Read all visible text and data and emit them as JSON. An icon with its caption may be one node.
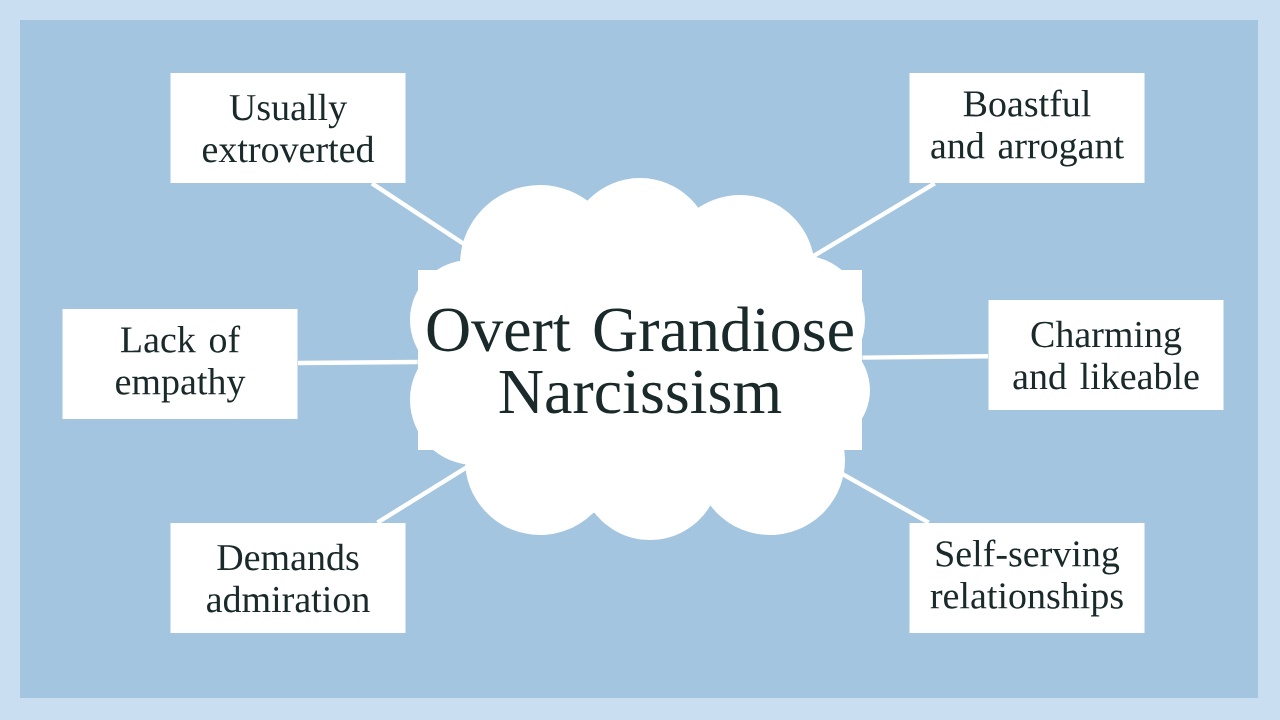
{
  "diagram": {
    "nodes": [
      {
        "text": [
          "Overt Grandiose Narcissism"
        ]
      },
      {
        "text": [
          "Usually extroverted"
        ]
      },
      {
        "text": [
          "Boastful and arrogant"
        ]
      },
      {
        "text": [
          "Lack of empathy"
        ]
      },
      {
        "text": [
          "Charming and likeable"
        ]
      },
      {
        "text": [
          "Demands admiration"
        ]
      },
      {
        "text": [
          "Self-serving relationships"
        ]
      }
    ],
    "edges": [
      {
        "from": 0,
        "to": 1,
        "arrow": "none"
      },
      {
        "from": 0,
        "to": 2,
        "arrow": "none"
      },
      {
        "from": 0,
        "to": 3,
        "arrow": "none"
      },
      {
        "from": 0,
        "to": 4,
        "arrow": "none"
      },
      {
        "from": 0,
        "to": 5,
        "arrow": "none"
      },
      {
        "from": 0,
        "to": 6,
        "arrow": "none"
      }
    ]
  }
}
